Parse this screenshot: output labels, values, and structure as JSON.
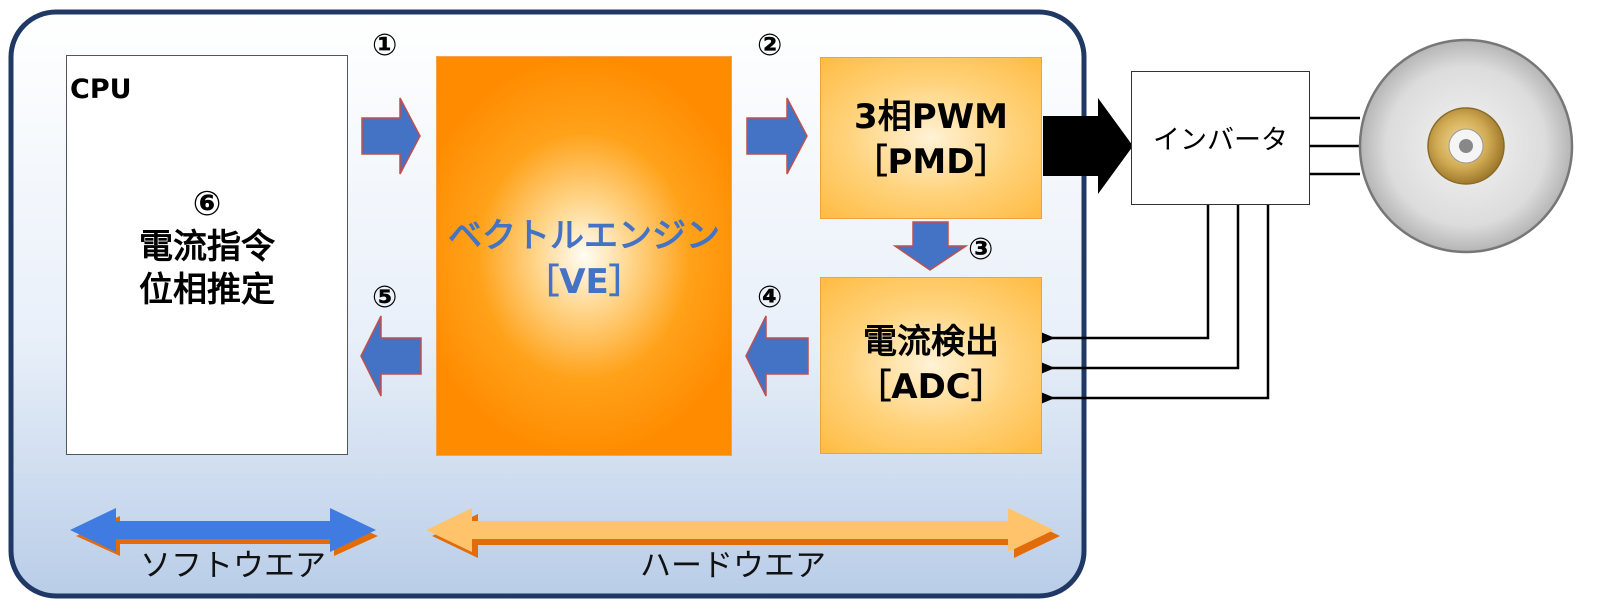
{
  "cpu": {
    "label": "CPU",
    "step": "⑥",
    "line1": "電流指令",
    "line2": "位相推定"
  },
  "vector_engine": {
    "line1": "ベクトルエンジン",
    "line2": "［VE］"
  },
  "pwm": {
    "line1": "3相PWM",
    "line2": "［PMD］"
  },
  "adc": {
    "line1": "電流検出",
    "line2": "［ADC］"
  },
  "inverter": {
    "label": "インバータ"
  },
  "steps": {
    "s1": "①",
    "s2": "②",
    "s3": "③",
    "s4": "④",
    "s5": "⑤"
  },
  "footer": {
    "software": "ソフトウエア",
    "hardware": "ハードウエア"
  },
  "colors": {
    "panel_border": "#1f3864",
    "arrow_blue": "#4472c4",
    "ve_orange": "#ff8c00",
    "hw_arrow": "#ffc46b"
  }
}
